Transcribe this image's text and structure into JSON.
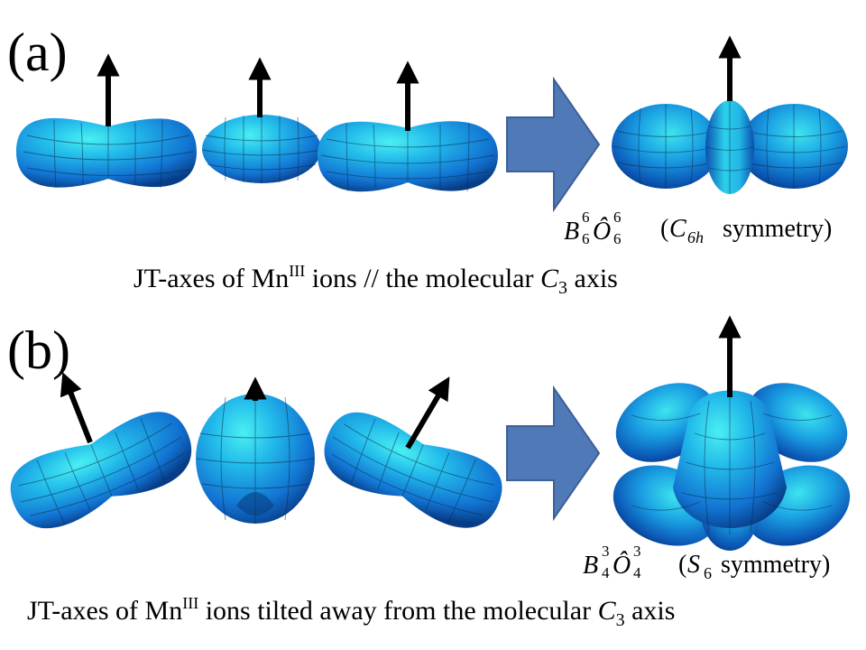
{
  "panel_a": {
    "label": "(a)",
    "formula": {
      "B": "B",
      "B_sup": "6",
      "B_sub": "6",
      "O": "Ô",
      "O_sup": "6",
      "O_sub": "6"
    },
    "symmetry": {
      "open": "(",
      "letter": "C",
      "sub": "6h",
      "word": " symmetry)"
    },
    "caption": {
      "part1": "JT-axes of Mn",
      "sup": "III",
      "part2": " ions // the molecular ",
      "C": "C",
      "sub": "3",
      "part3": " axis"
    }
  },
  "panel_b": {
    "label": "(b)",
    "formula": {
      "B": "B",
      "B_sup": "3",
      "B_sub": "4",
      "O": "Ô",
      "O_sup": "3",
      "O_sub": "4"
    },
    "symmetry": {
      "open": "(",
      "letter": "S",
      "sub": "6",
      "word": " symmetry)"
    },
    "caption": {
      "part1": "JT-axes of Mn",
      "sup": "III",
      "part2": " ions tilted away from the molecular ",
      "C": "C",
      "sub": "3",
      "part3": " axis"
    }
  },
  "colors": {
    "blob_light": "#3fe6ee",
    "blob_mid": "#1fa8e6",
    "blob_dark": "#0b4fb0",
    "blob_shadow": "#063a7a",
    "big_arrow_fill": "#4f79b7",
    "big_arrow_stroke": "#3d6098",
    "axis_arrow": "#000000"
  }
}
